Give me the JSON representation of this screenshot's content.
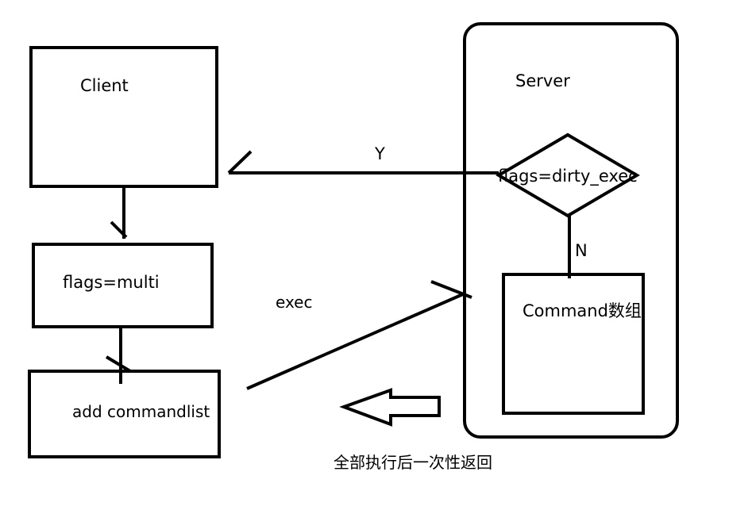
{
  "diagram": {
    "client_label": "Client",
    "multi_label": "flags=multi",
    "commandlist_label": "add commandlist",
    "server_label": "Server",
    "decision_label": "flags=dirty_exec",
    "command_array_label": "Command数组",
    "yes_label": "Y",
    "no_label": "N",
    "exec_label": "exec",
    "return_label": "全部执行后一次性返回"
  },
  "colors": {
    "stroke": "#000000",
    "background": "#ffffff"
  }
}
